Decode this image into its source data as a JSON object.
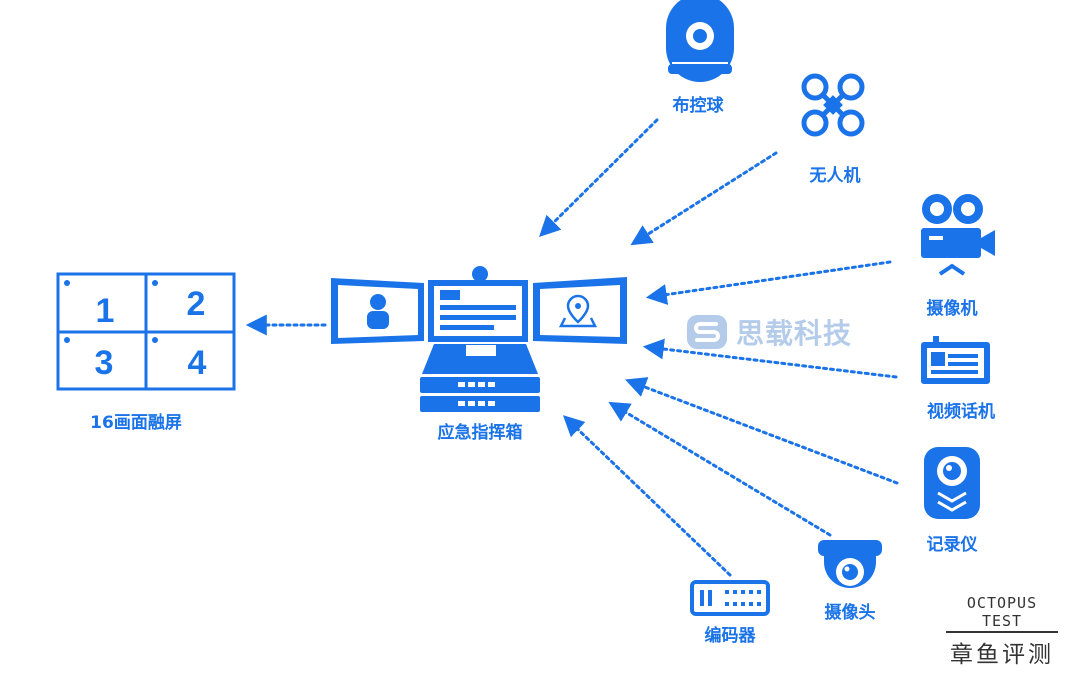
{
  "nodes": {
    "surveillance_ball": {
      "label": "布控球"
    },
    "drone": {
      "label": "无人机"
    },
    "camcorder": {
      "label": "摄像机"
    },
    "video_phone": {
      "label": "视频话机"
    },
    "body_recorder": {
      "label": "记录仪"
    },
    "dome_camera": {
      "label": "摄像头"
    },
    "encoder": {
      "label": "编码器"
    },
    "command_box": {
      "label": "应急指挥箱"
    },
    "fusion_screen": {
      "label": "16画面融屏",
      "tiles": [
        "1",
        "2",
        "3",
        "4"
      ]
    }
  },
  "watermark": {
    "text": "思载科技"
  },
  "brand": {
    "en": "OCTOPUS TEST",
    "zh": "章鱼评测"
  },
  "colors": {
    "primary": "#1a73e8",
    "dark": "#333333"
  }
}
